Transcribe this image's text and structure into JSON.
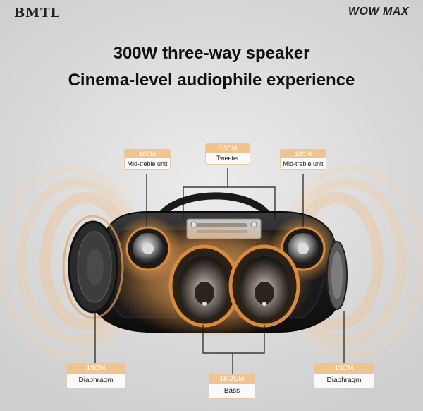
{
  "brand": {
    "logo_text": "BMTL",
    "model": "WOW MAX"
  },
  "headline": {
    "line1": "300W three-way speaker",
    "line2": "Cinema-level audiophile experience"
  },
  "callouts": {
    "mid_left": {
      "size": "10CM",
      "name": "Mid-treble unit"
    },
    "tweeter": {
      "size": "3.3CM",
      "name": "Tweeter"
    },
    "mid_right": {
      "size": "10CM",
      "name": "Mid-treble unit"
    },
    "diaphragm_left": {
      "size": "13CM",
      "name": "Diaphragm"
    },
    "bass": {
      "size": "18.2CM",
      "name": "Bass"
    },
    "diaphragm_right": {
      "size": "13CM",
      "name": "Diaphragm"
    }
  },
  "colors": {
    "accent_orange": "#f1c48f",
    "speaker_body": "#1c1c1c",
    "driver_glow": "#d98a3a"
  }
}
